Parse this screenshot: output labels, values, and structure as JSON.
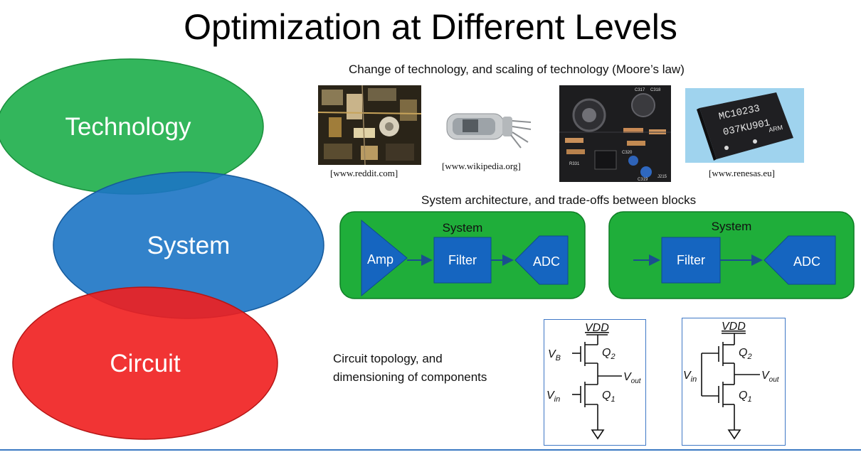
{
  "title": "Optimization at Different Levels",
  "levels": {
    "technology": "Technology",
    "system": "System",
    "circuit": "Circuit"
  },
  "technology_section": {
    "caption": "Change of technology, and scaling of technology (Moore’s law)",
    "credits": [
      "[www.reddit.com]",
      "[www.wikipedia.org]",
      "[www.renesas.eu]"
    ],
    "chip_marking": [
      "MC10233",
      "037KU901",
      "ARM"
    ],
    "board_labels": [
      "C317",
      "C318",
      "C320",
      "R331",
      "C319",
      "J215"
    ]
  },
  "system_section": {
    "caption": "System architecture, and trade-offs between blocks",
    "block_a": {
      "title": "System",
      "amp": "Amp",
      "filter": "Filter",
      "adc": "ADC"
    },
    "block_b": {
      "title": "System",
      "filter": "Filter",
      "adc": "ADC"
    }
  },
  "circuit_section": {
    "caption_line1": "Circuit topology, and",
    "caption_line2": "dimensioning of components",
    "schematic_a": {
      "vdd": "VDD",
      "vb": "V",
      "vb_sub": "B",
      "vin": "V",
      "vin_sub": "in",
      "vout": "V",
      "vout_sub": "out",
      "q2": "Q",
      "q2_sub": "2",
      "q1": "Q",
      "q1_sub": "1"
    },
    "schematic_b": {
      "vdd": "VDD",
      "vin": "V",
      "vin_sub": "in",
      "vout": "V",
      "vout_sub": "out",
      "q2": "Q",
      "q2_sub": "2",
      "q1": "Q",
      "q1_sub": "1"
    }
  },
  "colors": {
    "technology": "#22b04e",
    "system": "#1c74c4",
    "circuit": "#f01e1e",
    "block_green": "#1fae3a",
    "block_blue": "#1565c0",
    "rule": "#3b79c3"
  }
}
